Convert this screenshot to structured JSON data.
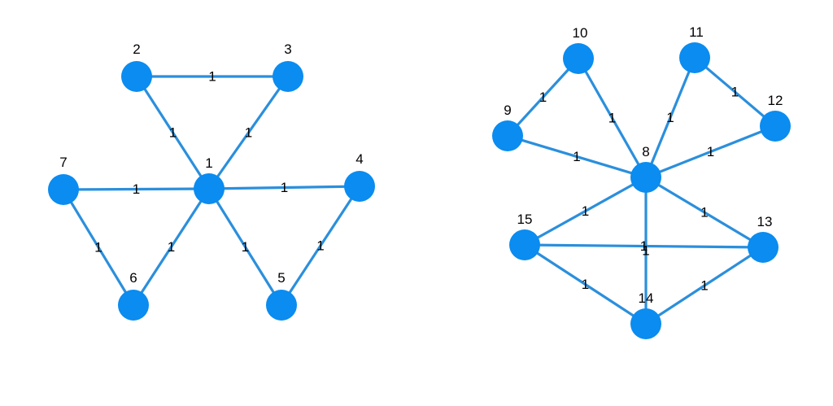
{
  "graph": {
    "node_color": "#0a8cf0",
    "edge_color": "#2b8fdc",
    "nodes": [
      {
        "id": "1",
        "label": "1"
      },
      {
        "id": "2",
        "label": "2"
      },
      {
        "id": "3",
        "label": "3"
      },
      {
        "id": "4",
        "label": "4"
      },
      {
        "id": "5",
        "label": "5"
      },
      {
        "id": "6",
        "label": "6"
      },
      {
        "id": "7",
        "label": "7"
      },
      {
        "id": "8",
        "label": "8"
      },
      {
        "id": "9",
        "label": "9"
      },
      {
        "id": "10",
        "label": "10"
      },
      {
        "id": "11",
        "label": "11"
      },
      {
        "id": "12",
        "label": "12"
      },
      {
        "id": "13",
        "label": "13"
      },
      {
        "id": "14",
        "label": "14"
      },
      {
        "id": "15",
        "label": "15"
      }
    ],
    "edges": [
      {
        "source": "2",
        "target": "3",
        "weight": "1"
      },
      {
        "source": "2",
        "target": "1",
        "weight": "1"
      },
      {
        "source": "3",
        "target": "1",
        "weight": "1"
      },
      {
        "source": "7",
        "target": "1",
        "weight": "1"
      },
      {
        "source": "1",
        "target": "4",
        "weight": "1"
      },
      {
        "source": "7",
        "target": "6",
        "weight": "1"
      },
      {
        "source": "1",
        "target": "6",
        "weight": "1"
      },
      {
        "source": "1",
        "target": "5",
        "weight": "1"
      },
      {
        "source": "4",
        "target": "5",
        "weight": "1"
      },
      {
        "source": "10",
        "target": "9",
        "weight": "1"
      },
      {
        "source": "10",
        "target": "8",
        "weight": "1"
      },
      {
        "source": "11",
        "target": "8",
        "weight": "1"
      },
      {
        "source": "11",
        "target": "12",
        "weight": "1"
      },
      {
        "source": "9",
        "target": "8",
        "weight": "1"
      },
      {
        "source": "12",
        "target": "8",
        "weight": "1"
      },
      {
        "source": "8",
        "target": "15",
        "weight": "1"
      },
      {
        "source": "8",
        "target": "13",
        "weight": "1"
      },
      {
        "source": "8",
        "target": "14",
        "weight": "1"
      },
      {
        "source": "15",
        "target": "13",
        "weight": "1"
      },
      {
        "source": "15",
        "target": "14",
        "weight": "1"
      },
      {
        "source": "13",
        "target": "14",
        "weight": "1"
      }
    ]
  }
}
